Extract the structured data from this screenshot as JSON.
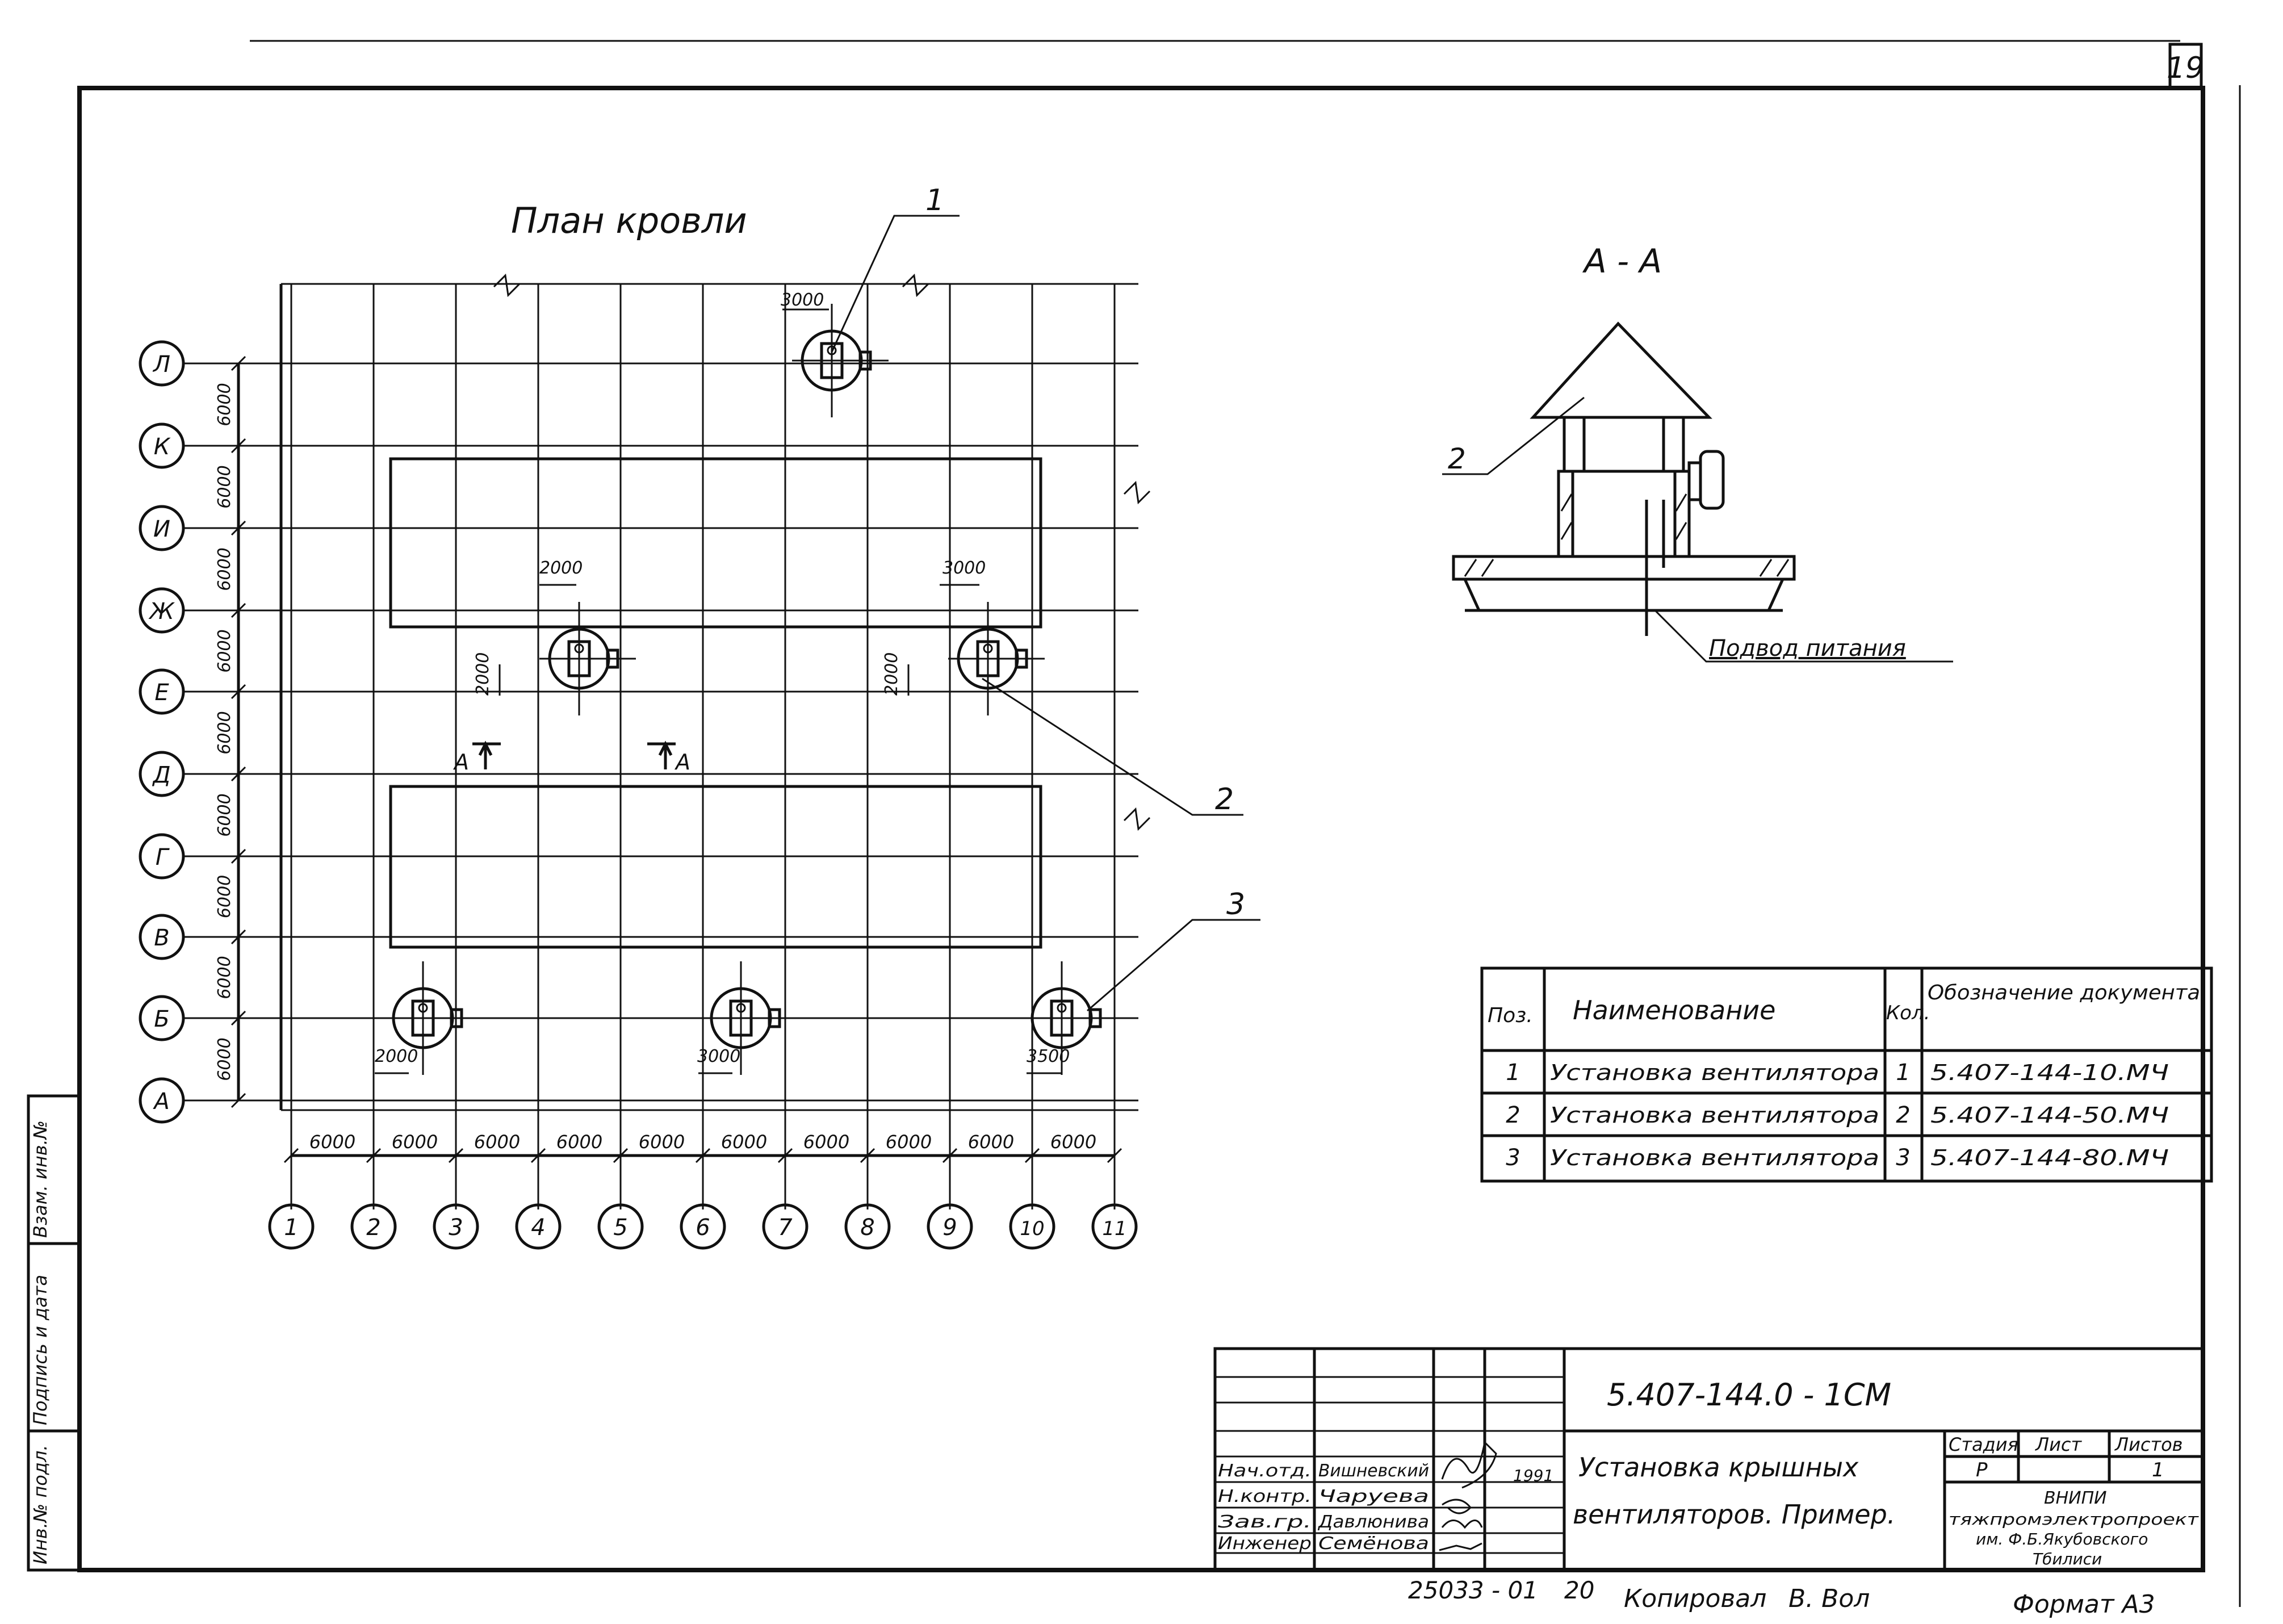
{
  "sheet": {
    "sheet_number": "19",
    "format": "Формат А3",
    "copied_by": "Копировал",
    "copy_signature": "В. Вол",
    "registry_number": "25033 - 01",
    "registry_suffix": "20",
    "side_label_1": "Инв.№ подл.",
    "side_label_2": "Подпись и дата",
    "side_label_3": "Взам. инв.№"
  },
  "roof_plan": {
    "title": "План кровли",
    "row_axes": [
      "Л",
      "К",
      "И",
      "Ж",
      "Е",
      "Д",
      "Г",
      "В",
      "Б",
      "А"
    ],
    "row_spacings": [
      "6000",
      "6000",
      "6000",
      "6000",
      "6000",
      "6000",
      "6000",
      "6000",
      "6000"
    ],
    "column_axes": [
      "1",
      "2",
      "3",
      "4",
      "5",
      "6",
      "7",
      "8",
      "9",
      "10",
      "11"
    ],
    "column_spacings": [
      "6000",
      "6000",
      "6000",
      "6000",
      "6000",
      "6000",
      "6000",
      "6000",
      "6000",
      "6000"
    ],
    "offset_dims": {
      "top": "3000",
      "middle_left_horizontal": "2000",
      "middle_left_vertical": "2000",
      "middle_right_horizontal": "3000",
      "middle_right_vertical": "2000",
      "bottom_left": "2000",
      "bottom_middle": "3000",
      "bottom_right": "3500"
    },
    "callouts": [
      "1",
      "2",
      "3"
    ],
    "section_marker": "А"
  },
  "section_view": {
    "title": "А - А",
    "position_label": "2",
    "power_supply_label": "Подвод питания"
  },
  "spec_table": {
    "headers": {
      "pos": "Поз.",
      "name": "Наименование",
      "qty": "Кол.",
      "doc": "Обозначение документа"
    },
    "rows": [
      {
        "pos": "1",
        "name": "Установка вентилятора",
        "qty": "1",
        "doc": "5.407-144-10.МЧ"
      },
      {
        "pos": "2",
        "name": "Установка вентилятора",
        "qty": "2",
        "doc": "5.407-144-50.МЧ"
      },
      {
        "pos": "3",
        "name": "Установка вентилятора",
        "qty": "3",
        "doc": "5.407-144-80.МЧ"
      }
    ]
  },
  "title_block": {
    "designation": "5.407-144.0 - 1СМ",
    "description_line1": "Установка крышных",
    "description_line2": "вентиляторов. Пример.",
    "stage_header": "Стадия",
    "sheet_header": "Лист",
    "sheets_header": "Листов",
    "stage_value": "Р",
    "sheets_value": "1",
    "organization_line1": "ВНИПИ",
    "organization_line2": "тяжпромэлектропроект",
    "organization_line3": "им. Ф.Б.Якубовского",
    "organization_line4": "Тбилиси",
    "date": "1991",
    "signatories": [
      {
        "role": "Нач.отд.",
        "name": "Вишневский"
      },
      {
        "role": "Н.контр.",
        "name": "Чаруева"
      },
      {
        "role": "Зав.гр.",
        "name": "Давлюнива"
      },
      {
        "role": "Инженер",
        "name": "Семёнова"
      }
    ]
  }
}
